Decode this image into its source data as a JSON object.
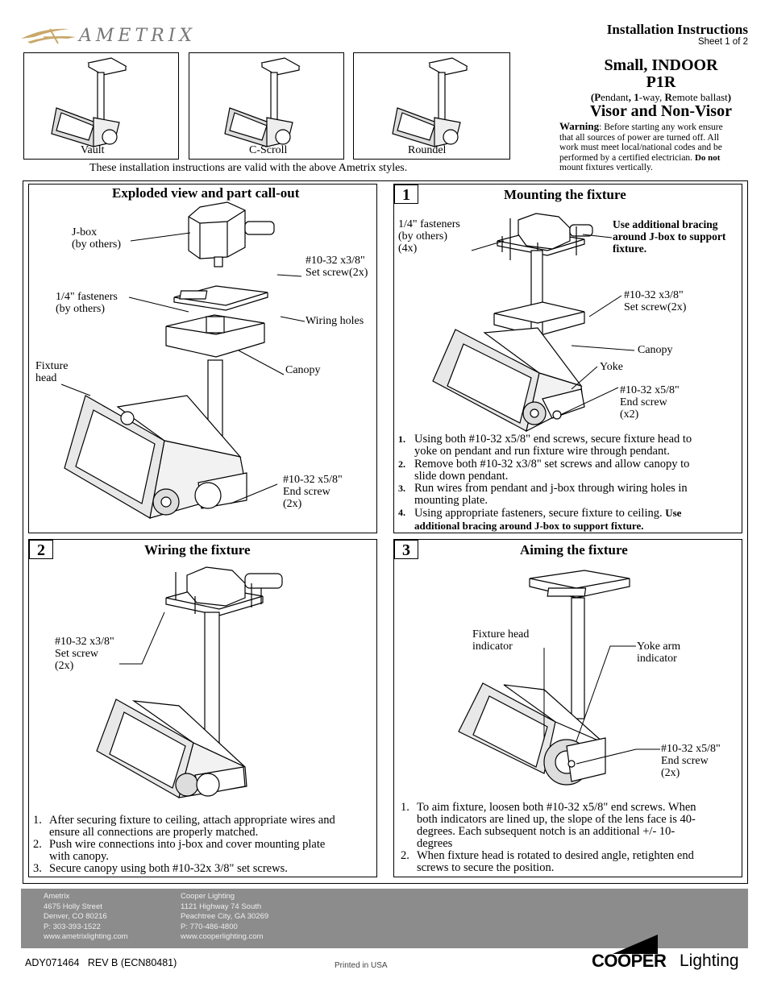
{
  "header": {
    "brand": "AMETRIX",
    "doc_title": "Installation Instructions",
    "sheet": "Sheet 1 of 2"
  },
  "styles": [
    {
      "label": "Vault"
    },
    {
      "label": "C-Scroll"
    },
    {
      "label": "Roundel"
    }
  ],
  "styles_note": "These installation instructions are valid with the above Ametrix styles.",
  "product": {
    "line1": "Small, INDOOR",
    "line2": "P1R",
    "acronym_parts": [
      "(P",
      "endant",
      ", ",
      "1",
      "-way, ",
      "R",
      "emote ballast",
      ")"
    ],
    "line4": "Visor and Non-Visor",
    "warning_label": "Warning",
    "warning_lines": [
      ":  Before starting any work ensure",
      "that all sources of power are turned off.  All",
      "work must meet local/national codes and be",
      "performed by a certified electrician.",
      "mount fixtures vertically."
    ],
    "warning_bold": "Do not"
  },
  "exploded": {
    "title": "Exploded view and part call-out",
    "labels": {
      "jbox": [
        "J-box",
        "(by others)"
      ],
      "set_screw": [
        "#10-32 x3/8\"",
        "Set screw(2x)"
      ],
      "fasteners": [
        "1/4\" fasteners",
        "(by others)"
      ],
      "wiring_holes": "Wiring holes",
      "fixture_head": [
        "Fixture",
        "head"
      ],
      "canopy": "Canopy",
      "end_screw": [
        "#10-32 x5/8\"",
        "End screw",
        "(2x)"
      ]
    }
  },
  "step1": {
    "number": "1",
    "title": "Mounting the fixture",
    "labels": {
      "fasteners": [
        "1/4\" fasteners",
        "(by others)",
        "(4x)"
      ],
      "bracing": [
        "Use additional bracing",
        "around J-box to support",
        "fixture."
      ],
      "set_screw": [
        "#10-32 x3/8\"",
        "Set screw(2x)"
      ],
      "canopy": "Canopy",
      "yoke": "Yoke",
      "end_screw": [
        "#10-32 x5/8\"",
        "End screw",
        "(x2)"
      ]
    },
    "steps": [
      {
        "n": "1.",
        "lines": [
          "Using both #10-32 x5/8\" end screws, secure fixture head to",
          "yoke on pendant and run fixture wire through pendant."
        ]
      },
      {
        "n": "2.",
        "lines": [
          "Remove both #10-32 x3/8\" set screws and allow canopy to",
          "slide down pendant."
        ]
      },
      {
        "n": "3.",
        "lines": [
          "Run wires from pendant and j-box through wiring holes in",
          "mounting plate."
        ]
      },
      {
        "n": "4.",
        "lines": [
          "Using appropriate fasteners, secure fixture to ceiling."
        ],
        "bold1": "Use",
        "bold2": "additional bracing around J-box to support fixture."
      }
    ]
  },
  "step2": {
    "number": "2",
    "title": "Wiring the fixture",
    "labels": {
      "set_screw": [
        "#10-32 x3/8\"",
        "Set screw",
        "(2x)"
      ]
    },
    "steps": [
      {
        "n": "1.",
        "lines": [
          "After securing fixture to ceiling, attach appropriate wires and",
          "ensure all connections are properly matched."
        ]
      },
      {
        "n": "2.",
        "lines": [
          "Push wire connections into j-box and cover mounting plate",
          "with canopy."
        ]
      },
      {
        "n": "3.",
        "lines": [
          "Secure canopy using both #10-32x 3/8\" set screws."
        ]
      }
    ]
  },
  "step3": {
    "number": "3",
    "title": "Aiming the fixture",
    "labels": {
      "head_indicator": [
        "Fixture head",
        "indicator"
      ],
      "yoke_indicator": [
        "Yoke arm",
        "indicator"
      ],
      "end_screw": [
        "#10-32 x5/8\"",
        "End screw",
        "(2x)"
      ]
    },
    "steps": [
      {
        "n": "1.",
        "lines": [
          "To aim fixture, loosen both #10-32 x5/8\" end screws.  When",
          "both indicators are lined up, the slope of the lens face is 40-",
          "degrees.  Each subsequent notch is an additional +/- 10-",
          "degrees"
        ]
      },
      {
        "n": "2.",
        "lines": [
          "When fixture head is rotated to desired angle, retighten end",
          "screws to secure the position."
        ]
      }
    ]
  },
  "footer": {
    "ametrix": [
      "Ametrix",
      "4675 Holly Street",
      "Denver, CO 80216",
      "P: 303-393-1522",
      "www.ametrixlighting.com"
    ],
    "cooper": [
      "Cooper Lighting",
      "1121 Highway 74 South",
      "Peachtree City, GA 30269",
      "P: 770-486-4800",
      "www.cooperlighting.com"
    ],
    "doc_number": "ADY071464   REV B (ECN80481)",
    "printed": "Printed in USA",
    "logo_bold": "COOPER",
    "logo_light": "Lighting"
  }
}
